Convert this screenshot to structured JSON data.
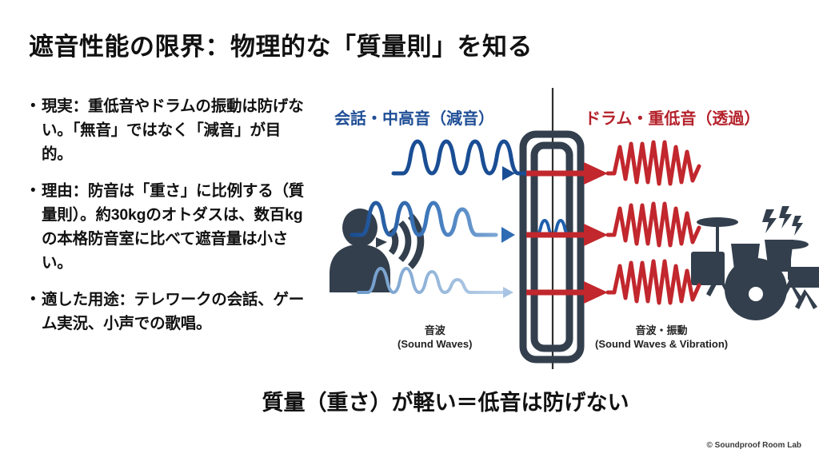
{
  "title": "遮音性能の限界：物理的な「質量則」を知る",
  "bullets": [
    {
      "marker": "•",
      "text": "現実：重低音やドラムの振動は防げない。「無音」ではなく「減音」が目的。"
    },
    {
      "marker": "•",
      "text": "理由：防音は「重さ」に比例する（質量則）。約30kgのオトダスは、数百kgの本格防音室に比べて遮音量は小さい。"
    },
    {
      "marker": "•",
      "text": "適した用途：テレワークの会話、ゲーム実況、小声での歌唱。"
    }
  ],
  "diagram": {
    "heading_left": "会話・中高音（減音）",
    "heading_right": "ドラム・重低音（透過）",
    "caption_left": {
      "jp": "音波",
      "en": "(Sound Waves)"
    },
    "caption_right": {
      "jp": "音波・振動",
      "en": "(Sound Waves & Vibration)"
    },
    "icon_left": "person-speaking-icon",
    "icon_right": "drum-kit-icon",
    "wall": "soundproof-booth-wall",
    "colors": {
      "blue": "#1f5fad",
      "blue_dark": "#1a4e94",
      "blue_faded": "#93b5dc",
      "red": "#c1272d",
      "slate": "#333f4d",
      "heading_blue": "#1f4e96",
      "heading_red": "#b4212a"
    }
  },
  "bottom_statement": "質量（重さ）が軽い＝低音は防げない",
  "footer": "© Soundproof Room Lab"
}
